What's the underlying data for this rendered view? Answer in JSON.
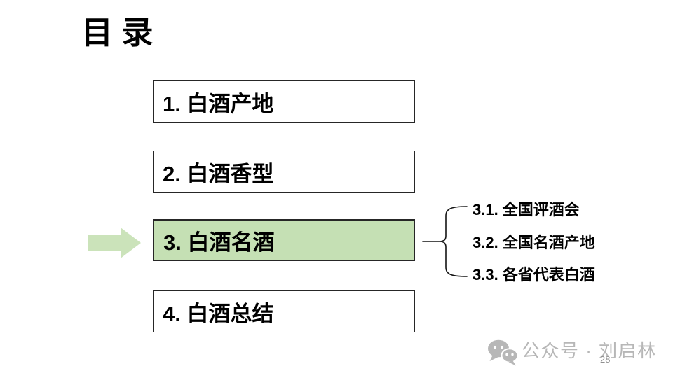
{
  "slide": {
    "title": "目 录",
    "page_number": "28"
  },
  "toc": {
    "items": [
      {
        "label": "1. 白酒产地",
        "highlighted": false
      },
      {
        "label": "2. 白酒香型",
        "highlighted": false
      },
      {
        "label": "3. 白酒名酒",
        "highlighted": true
      },
      {
        "label": "4. 白酒总结",
        "highlighted": false
      }
    ]
  },
  "branch": {
    "items": [
      {
        "label": "3.1. 全国评酒会"
      },
      {
        "label": "3.2. 全国名酒产地"
      },
      {
        "label": "3.3. 各省代表白酒"
      }
    ]
  },
  "watermark": {
    "icon": "wechat-icon",
    "text": "公众号 · 刘启林"
  },
  "colors": {
    "highlight_fill": "#c5e0b4",
    "arrow_fill": "#cbe3ba",
    "box_border": "#262626",
    "watermark_gray": "#b7b7b7",
    "page_number_gray": "#8f8f8f"
  }
}
